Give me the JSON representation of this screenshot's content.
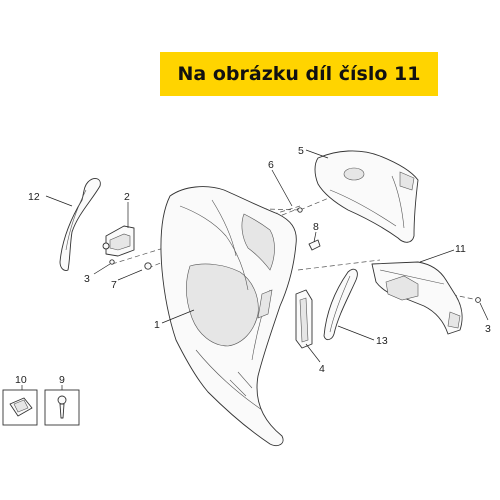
{
  "banner": {
    "text": "Na obrázku díl číslo 11"
  },
  "callouts": {
    "c1": "1",
    "c2": "2",
    "c3a": "3",
    "c3b": "3",
    "c4": "4",
    "c5": "5",
    "c6": "6",
    "c7": "7",
    "c8": "8",
    "c9": "9",
    "c10": "10",
    "c11": "11",
    "c12": "12",
    "c13": "13"
  },
  "colors": {
    "banner": "#ffd400",
    "line": "#333333"
  }
}
